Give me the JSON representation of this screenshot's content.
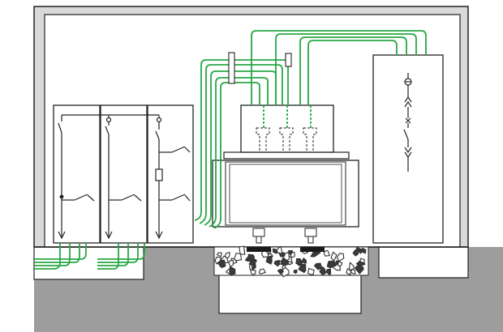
{
  "diagram": {
    "description_visible_text": "",
    "colors": {
      "background": "#ffffff",
      "enclosure_fill": "#d9d9d9",
      "panel_fill": "#ffffff",
      "outline": "#222222",
      "ground_fill": "#9d9d9d",
      "cable": "#27a845",
      "gravel_dark": "#333333",
      "transformer_fill": "#e5e5e5",
      "feet": "#1a1a1a"
    },
    "components": {
      "switchgear_panels": 3,
      "transformer_bushings": 3,
      "cable_bundle_lines": 5,
      "lv_panel": 1
    },
    "icons": [
      "switch-symbol",
      "breaker-symbol",
      "fuse-symbol",
      "earthing-switch-symbol",
      "cable-clamp"
    ]
  }
}
